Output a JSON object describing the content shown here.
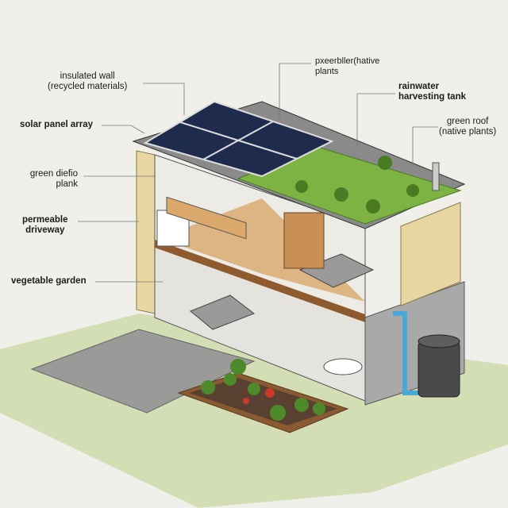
{
  "labels": {
    "insulated_wall": {
      "line1": "insulated wall",
      "line2": "(recycled materials)"
    },
    "native_plants_top": {
      "line1": "pxeerbller(hative",
      "line2": "plants"
    },
    "rainwater_tank": {
      "line1": "rainwater",
      "line2": "harvesting tank"
    },
    "green_roof": {
      "line1": "green roof",
      "line2": "(native plants)"
    },
    "solar_panel": {
      "line1": "solar panel array"
    },
    "green_plank": {
      "line1": "green diefio",
      "line2": "plank"
    },
    "permeable_driveway": {
      "line1": "permeable",
      "line2": "driveway"
    },
    "vegetable_garden": {
      "line1": "vegetable garden"
    }
  },
  "colors": {
    "background": "#f1efe9",
    "solar_panel": "#1f2b4d",
    "green_roof": "#7cb342",
    "insulation": "#e8d7a0",
    "wood_floor": "#d9a86a",
    "stone_wall": "#a9a9a9",
    "water_pipe": "#4aa8d8",
    "tank": "#4a4a4a"
  }
}
